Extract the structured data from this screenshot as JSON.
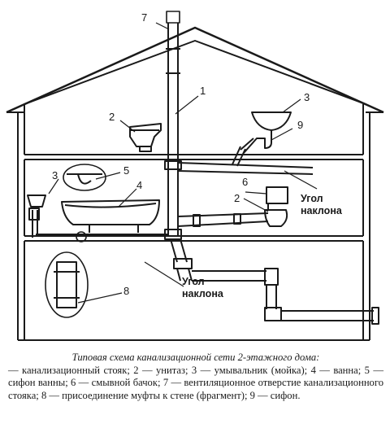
{
  "diagram": {
    "labels": {
      "n1": "1",
      "n2_top": "2",
      "n2_mid": "2",
      "n3_top": "3",
      "n3_left": "3",
      "n4": "4",
      "n5": "5",
      "n6": "6",
      "n7": "7",
      "n8": "8",
      "n9": "9"
    },
    "slope_upper": [
      "Угол",
      "наклона"
    ],
    "slope_lower": [
      "Угол",
      "наклона"
    ]
  },
  "caption": {
    "title": "Типовая схема канализационной сети 2-этажного дома:",
    "body": "— канализационный стояк; 2 — унитаз; 3 — умывальник (мойка); 4 — ванна; 5 — сифон ванны; 6 — смывной бачок; 7 — вентиляционное отверстие канализационного стояка; 8 — присоединение муфты к стене (фрагмент); 9 — сифон."
  }
}
